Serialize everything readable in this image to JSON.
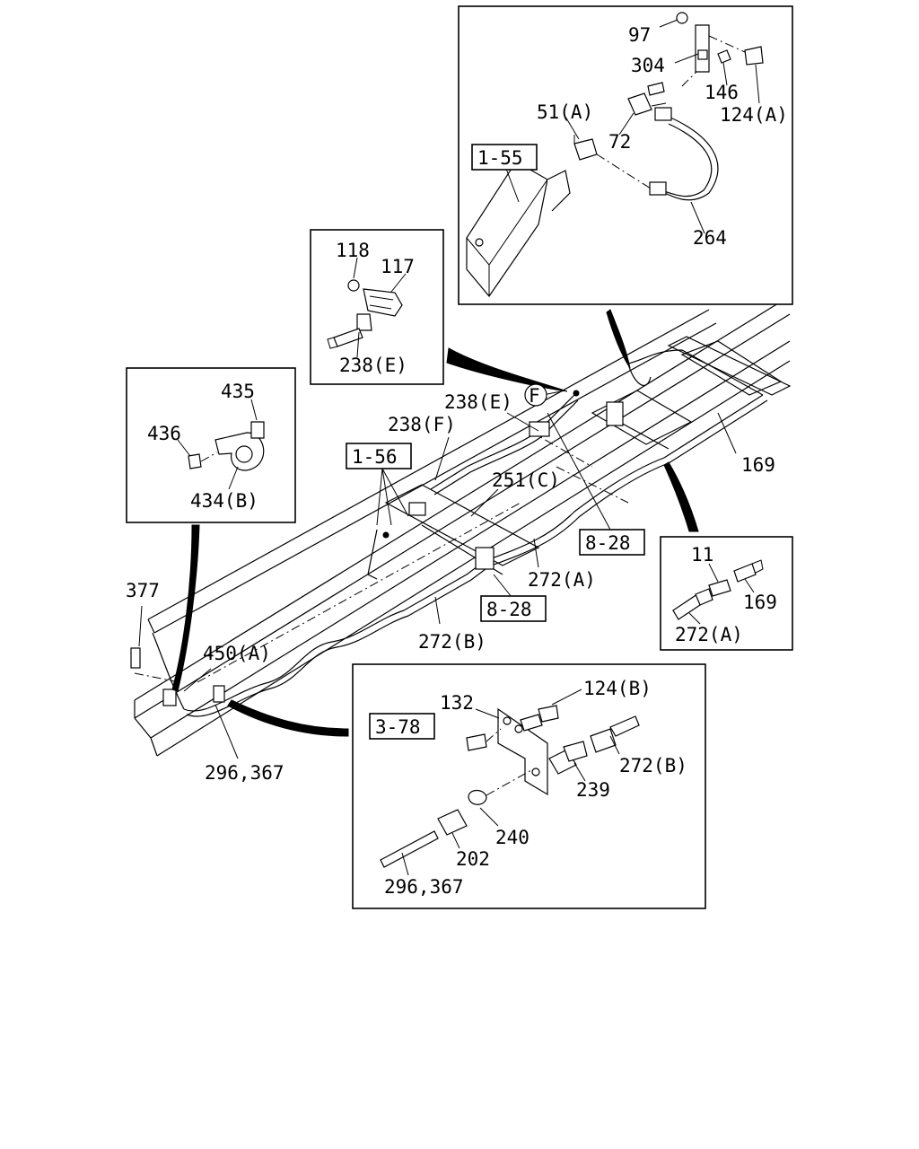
{
  "callouts": {
    "c97": "97",
    "c304": "304",
    "c146": "146",
    "c124a": "124(A)",
    "c51a": "51(A)",
    "c72": "72",
    "c155": "1-55",
    "c264": "264",
    "c118": "118",
    "c117": "117",
    "c238e_inset": "238(E)",
    "cF": "F",
    "c238e": "238(E)",
    "c238f": "238(F)",
    "c156": "1-56",
    "c169": "169",
    "c251c": "251(C)",
    "c828a": "8-28",
    "c272a": "272(A)",
    "c828b": "8-28",
    "c272b": "272(B)",
    "c435": "435",
    "c436": "436",
    "c434b": "434(B)",
    "c11": "11",
    "c169_inset": "169",
    "c272a_inset": "272(A)",
    "c377": "377",
    "c450a": "450(A)",
    "c296": "296,367",
    "c132": "132",
    "c124b": "124(B)",
    "c378": "3-78",
    "c272b_inset": "272(B)",
    "c239": "239",
    "c240": "240",
    "c202": "202",
    "c296_inset": "296,367"
  }
}
